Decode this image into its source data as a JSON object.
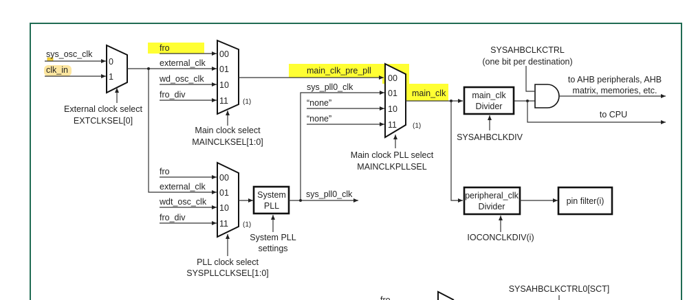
{
  "colors": {
    "frame": "#1f6b52",
    "highlight": "#ffff33",
    "comment_highlight": "#fde6a0"
  },
  "ext_mux": {
    "inputs": [
      "sys_osc_clk",
      "clk_in"
    ],
    "ports": [
      "0",
      "1"
    ],
    "label1": "External clock select",
    "label2": "EXTCLKSEL[0]"
  },
  "main_mux": {
    "inputs": [
      "fro",
      "external_clk",
      "wd_osc_clk",
      "fro_div"
    ],
    "ports": [
      "00",
      "01",
      "10",
      "11"
    ],
    "note": "(1)",
    "label1": "Main clock select",
    "label2": "MAINCLKSEL[1:0]"
  },
  "pll_sel_mux": {
    "inputs": [
      "main_clk_pre_pll",
      "sys_pll0_clk",
      "“none”",
      "“none”"
    ],
    "ports": [
      "00",
      "01",
      "10",
      "11"
    ],
    "note": "(1)",
    "label1": "Main clock PLL select",
    "label2": "MAINCLKPLLSEL",
    "output": "main_clk"
  },
  "pll_mux": {
    "inputs": [
      "fro",
      "external_clk",
      "wdt_osc_clk",
      "fro_div"
    ],
    "ports": [
      "00",
      "01",
      "10",
      "11"
    ],
    "note": "(1)",
    "label1": "PLL clock select",
    "label2": "SYSPLLCLKSEL[1:0]"
  },
  "system_pll": {
    "line1": "System",
    "line2": "PLL",
    "ctrl1": "System PLL",
    "ctrl2": "settings",
    "output": "sys_pll0_clk"
  },
  "main_divider": {
    "line1": "main_clk",
    "line2": "Divider",
    "ctrl": "SYSAHBCLKDIV"
  },
  "gate": {
    "ctrl1": "SYSAHBCLKCTRL",
    "ctrl2": "(one bit per destination)",
    "out1": "to AHB peripherals, AHB",
    "out2": "matrix, memories, etc.",
    "cpu": "to CPU"
  },
  "periph_divider": {
    "line1": "peripheral_clk",
    "line2": "Divider",
    "ctrl": "IOCONCLKDIV(i)"
  },
  "pin_filter": {
    "label": "pin filter(i)"
  },
  "bottom": {
    "ctrl": "SYSAHBCLKCTRL0[SCT]",
    "input": "fro"
  }
}
